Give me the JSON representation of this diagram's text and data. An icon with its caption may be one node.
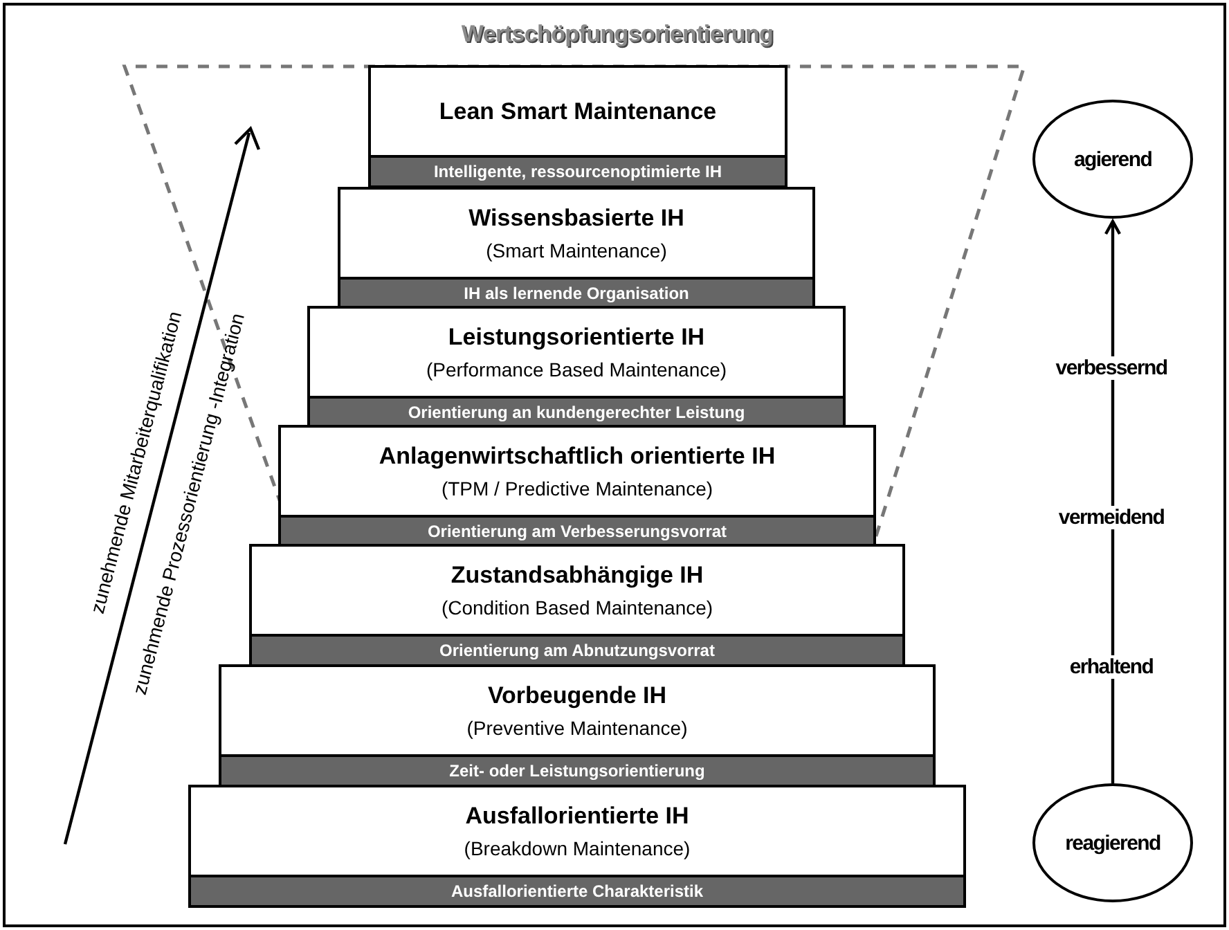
{
  "diagram": {
    "title": "Wertschöpfungsorientierung",
    "nodes": [
      {
        "text": [
          "Lean Smart Maintenance"
        ]
      },
      {
        "text": [
          "Intelligente, ressourcenoptimierte IH"
        ]
      },
      {
        "text": [
          "Wissensbasierte IH",
          "(Smart Maintenance)"
        ]
      },
      {
        "text": [
          "IH als lernende Organisation"
        ]
      },
      {
        "text": [
          "Leistungsorientierte IH",
          "(Performance Based Maintenance)"
        ]
      },
      {
        "text": [
          "Orientierung an kundengerechter Leistung"
        ]
      },
      {
        "text": [
          "Anlagenwirtschaftlich orientierte IH",
          "(TPM / Predictive Maintenance)"
        ]
      },
      {
        "text": [
          "Orientierung am Verbesserungsvorrat"
        ]
      },
      {
        "text": [
          "Zustandsabhängige IH",
          "(Condition Based Maintenance)"
        ]
      },
      {
        "text": [
          "Orientierung am Abnutzungsvorrat"
        ]
      },
      {
        "text": [
          "Vorbeugende IH",
          "(Preventive Maintenance)"
        ]
      },
      {
        "text": [
          "Zeit- oder Leistungsorientierung"
        ]
      },
      {
        "text": [
          "Ausfallorientierte IH",
          "(Breakdown Maintenance)"
        ]
      },
      {
        "text": [
          "Ausfallorientierte Charakteristik"
        ]
      },
      {
        "text": [
          "agierend"
        ]
      },
      {
        "text": [
          "reagierend"
        ]
      }
    ],
    "edges": [
      {
        "from": 15,
        "to": 14,
        "arrow": "to"
      }
    ],
    "labels": [
      "zunehmende Mitarbeiterqualifikation",
      "zunehmende Prozessorientierung -Integration",
      "verbessernd",
      "vermeidend",
      "erhaltend"
    ]
  }
}
